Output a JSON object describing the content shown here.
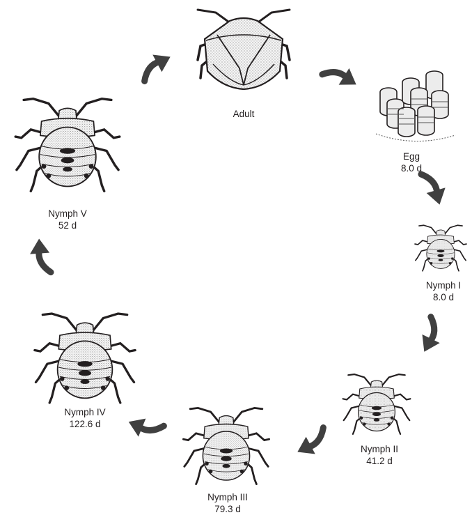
{
  "diagram": {
    "type": "life-cycle",
    "stages": [
      {
        "id": "adult",
        "name": "Adult",
        "duration": "",
        "icon": "adult-bug-icon"
      },
      {
        "id": "egg",
        "name": "Egg",
        "duration": "8.0 d",
        "icon": "egg-cluster-icon"
      },
      {
        "id": "nymph-1",
        "name": "Nymph I",
        "duration": "8.0 d",
        "icon": "nymph-bug-icon"
      },
      {
        "id": "nymph-2",
        "name": "Nymph II",
        "duration": "41.2 d",
        "icon": "nymph-bug-icon"
      },
      {
        "id": "nymph-3",
        "name": "Nymph III",
        "duration": "79.3 d",
        "icon": "nymph-bug-icon"
      },
      {
        "id": "nymph-4",
        "name": "Nymph IV",
        "duration": "122.6 d",
        "icon": "nymph-bug-icon"
      },
      {
        "id": "nymph-5",
        "name": "Nymph V",
        "duration": "52 d",
        "icon": "nymph-bug-icon"
      }
    ],
    "arrow_icon": "curved-arrow-icon",
    "colors": {
      "ink": "#231f20",
      "arrow": "#404040",
      "shell": "#f2f2f2",
      "egg": "#e9e9e9"
    }
  }
}
